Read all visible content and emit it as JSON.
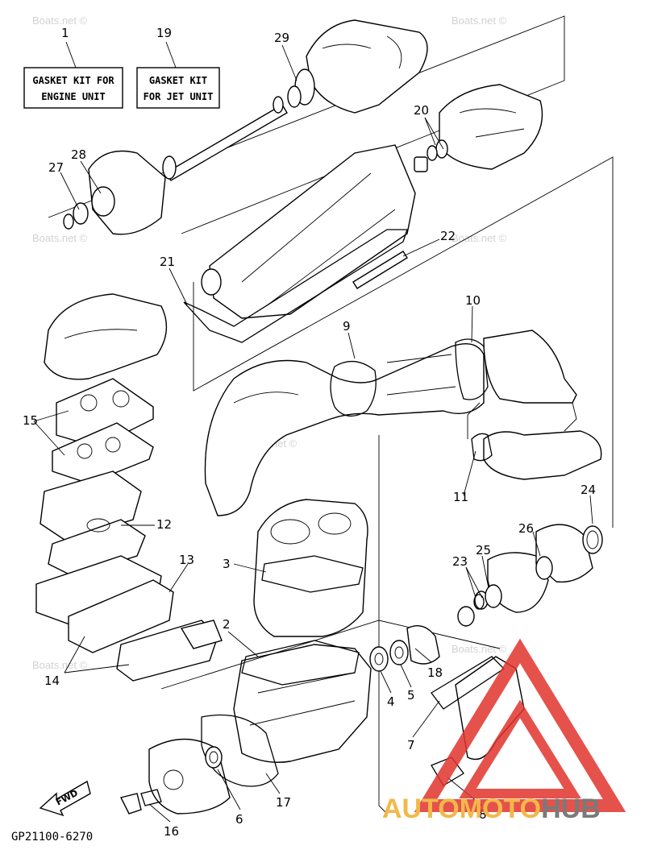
{
  "diagram": {
    "code": "GP21100-6270",
    "fwd_label": "FWD",
    "kit_boxes": [
      {
        "number": "1",
        "line1": "GASKET KIT FOR",
        "line2": "ENGINE UNIT"
      },
      {
        "number": "19",
        "line1": "GASKET KIT",
        "line2": "FOR JET UNIT"
      }
    ],
    "part_labels": [
      "29",
      "20",
      "28",
      "27",
      "22",
      "21",
      "9",
      "10",
      "15",
      "11",
      "24",
      "12",
      "26",
      "13",
      "3",
      "25",
      "23",
      "2",
      "14",
      "18",
      "5",
      "4",
      "7",
      "17",
      "6",
      "16",
      "8"
    ],
    "watermark": "Boats.net ©"
  },
  "logo": {
    "part1": "AUTO",
    "part2": "MOTO",
    "part3": "HUB",
    "red": "#e0342b",
    "orange": "#f2b84a",
    "gray": "#7a7a7a"
  }
}
